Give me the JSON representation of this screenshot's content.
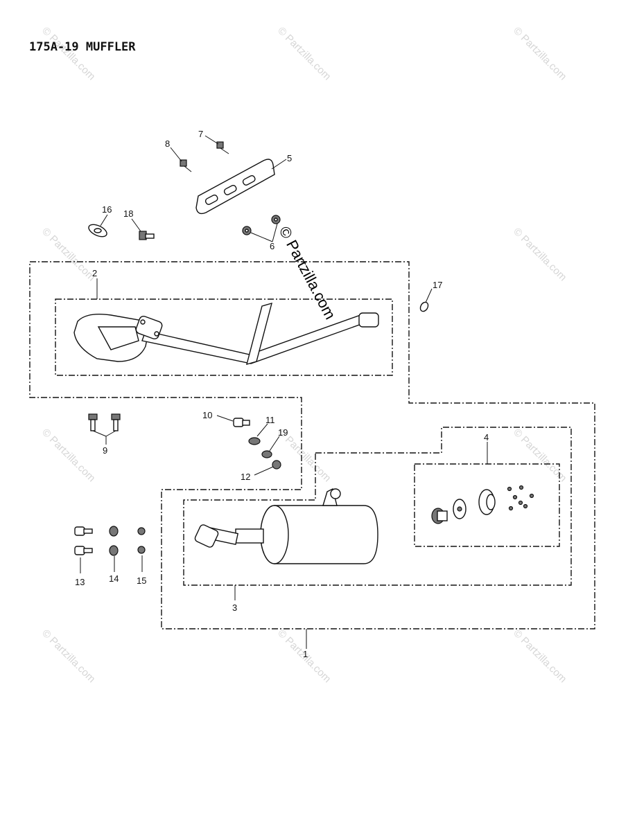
{
  "title": "175A-19 MUFFLER",
  "callouts": {
    "c1": "1",
    "c2": "2",
    "c3": "3",
    "c4": "4",
    "c5": "5",
    "c6": "6",
    "c7": "7",
    "c8": "8",
    "c9": "9",
    "c10": "10",
    "c11": "11",
    "c12": "12",
    "c13": "13",
    "c14": "14",
    "c15": "15",
    "c16": "16",
    "c17": "17",
    "c18": "18",
    "c19": "19"
  },
  "watermark": "© Partzilla.com",
  "watermark_center": "© Partzilla.com"
}
